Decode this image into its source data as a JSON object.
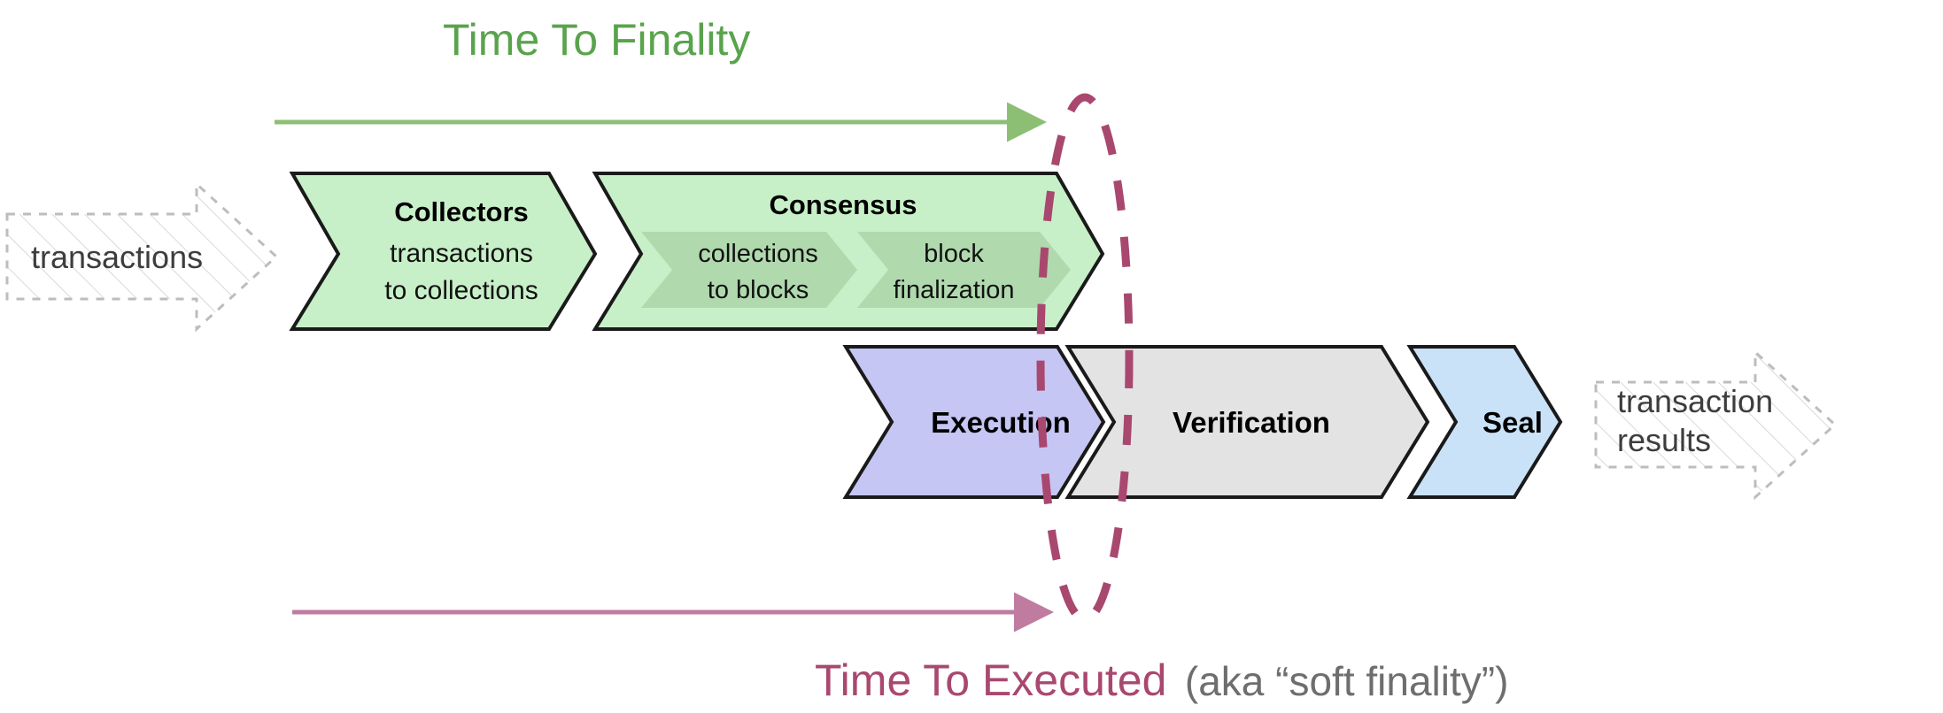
{
  "diagram": {
    "title_top": "Time To Finality",
    "footer_main": "Time To Executed",
    "footer_sub": "(aka “soft finality”)",
    "colors": {
      "green_accent": "#5aa34d",
      "pink_accent": "#a9486f",
      "chevron_green": "#c8f0c8",
      "chevron_green_inner": "#b0d9ae",
      "chevron_purple": "#c6c6f5",
      "chevron_gray": "#e3e3e3",
      "chevron_blue": "#c9e2f7",
      "ghost_gray": "#bdbdbd",
      "subtitle_gray": "#6e6e6e"
    }
  },
  "input": {
    "label": "transactions"
  },
  "output": {
    "label_line1": "transaction",
    "label_line2": "results"
  },
  "pipeline_top": {
    "collectors": {
      "title": "Collectors",
      "sub_line1": "transactions",
      "sub_line2": "to collections"
    },
    "consensus": {
      "title": "Consensus",
      "inner_steps": [
        {
          "line1": "collections",
          "line2": "to blocks"
        },
        {
          "line1": "block",
          "line2": "finalization"
        }
      ]
    }
  },
  "pipeline_bottom": {
    "steps": [
      {
        "label": "Execution",
        "fill": "#c6c6f5"
      },
      {
        "label": "Verification",
        "fill": "#e3e3e3"
      },
      {
        "label": "Seal",
        "fill": "#c9e2f7"
      }
    ]
  },
  "annotations": {
    "top_arrow_name": "time-to-finality-arrow",
    "bottom_arrow_name": "time-to-executed-arrow",
    "ellipse_name": "finality-boundary-ellipse"
  }
}
